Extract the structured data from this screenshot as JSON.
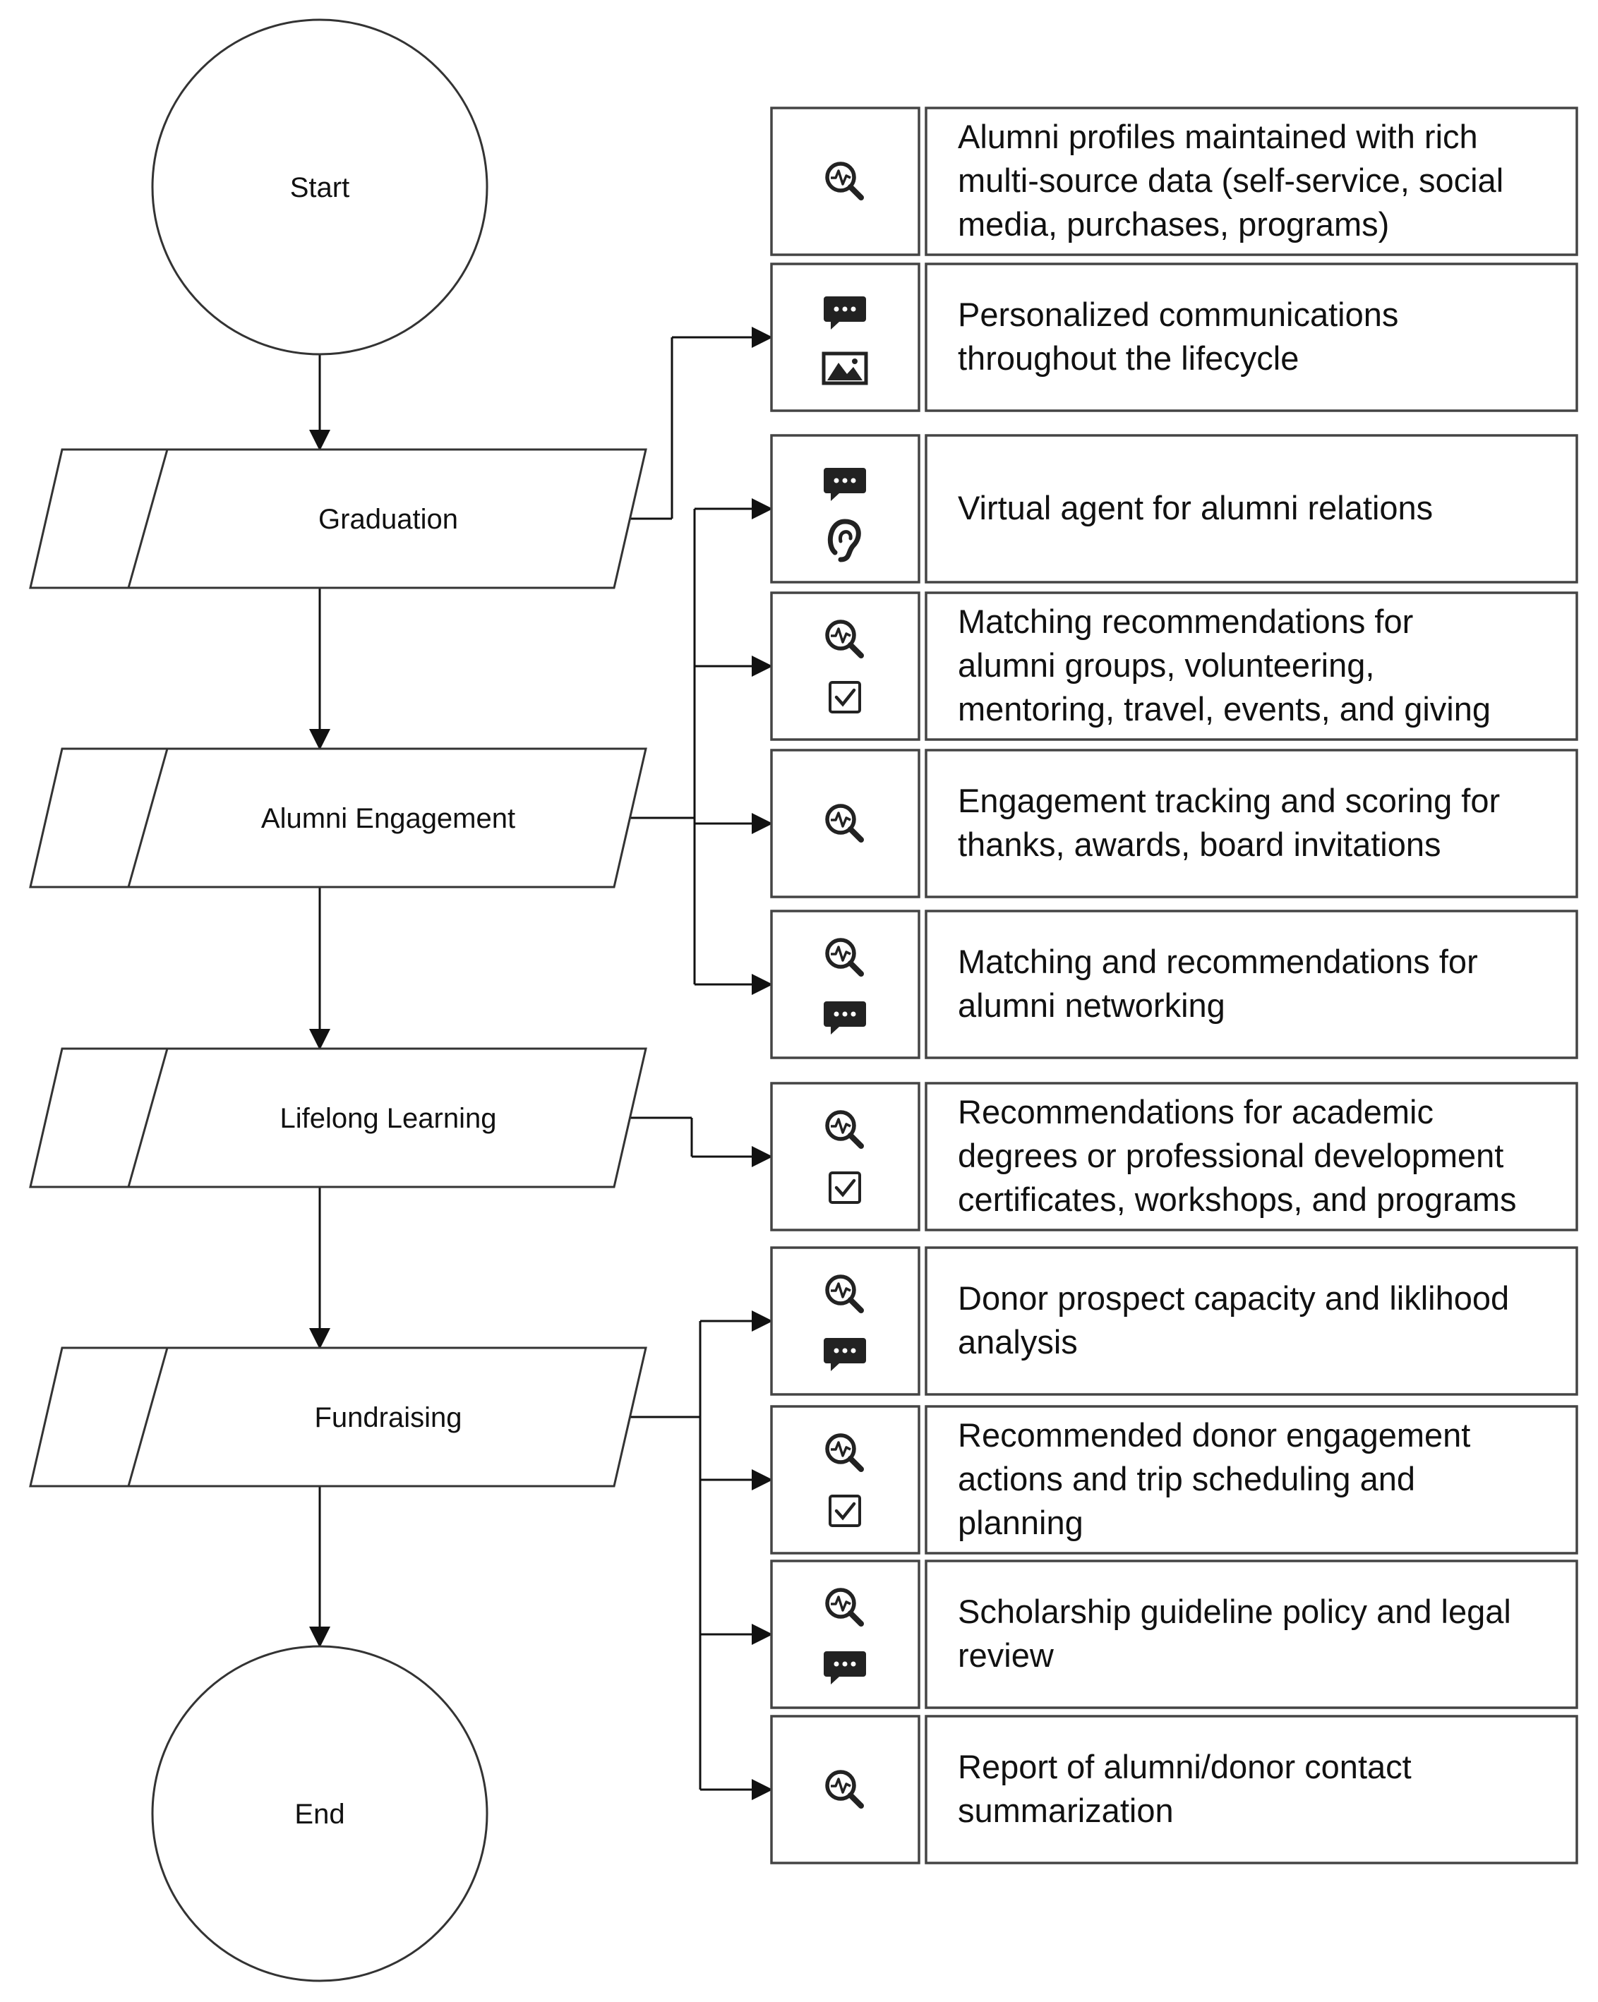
{
  "flow": {
    "start": "Start",
    "end": "End",
    "stages": [
      {
        "id": "graduation",
        "label": "Graduation"
      },
      {
        "id": "alumni-engagement",
        "label": "Alumni Engagement"
      },
      {
        "id": "lifelong-learning",
        "label": "Lifelong Learning"
      },
      {
        "id": "fundraising",
        "label": "Fundraising"
      }
    ]
  },
  "capabilities": [
    {
      "stage": null,
      "icons": [
        "analytics-magnifier-icon"
      ],
      "lines": [
        "Alumni profiles maintained with rich",
        "multi-source data (self-service, social",
        "media, purchases, programs)"
      ]
    },
    {
      "stage": "graduation",
      "icons": [
        "chat-bubble-icon",
        "image-icon"
      ],
      "lines": [
        "Personalized communications",
        "throughout the lifecycle"
      ]
    },
    {
      "stage": "alumni-engagement",
      "icons": [
        "chat-bubble-icon",
        "ear-icon"
      ],
      "lines": [
        "Virtual agent for alumni relations"
      ]
    },
    {
      "stage": "alumni-engagement",
      "icons": [
        "analytics-magnifier-icon",
        "checkbox-icon"
      ],
      "lines": [
        "Matching recommendations for",
        "alumni  groups, volunteering,",
        "mentoring, travel, events, and giving"
      ]
    },
    {
      "stage": "alumni-engagement",
      "icons": [
        "analytics-magnifier-icon"
      ],
      "lines": [
        "Engagement tracking and scoring for",
        "thanks, awards, board invitations"
      ]
    },
    {
      "stage": "alumni-engagement",
      "icons": [
        "analytics-magnifier-icon",
        "chat-bubble-icon"
      ],
      "lines": [
        "Matching and recommendations for",
        "alumni networking"
      ]
    },
    {
      "stage": "lifelong-learning",
      "icons": [
        "analytics-magnifier-icon",
        "checkbox-icon"
      ],
      "lines": [
        "Recommendations for academic",
        "degrees or professional development",
        "certificates, workshops, and programs"
      ]
    },
    {
      "stage": "fundraising",
      "icons": [
        "analytics-magnifier-icon",
        "chat-bubble-icon"
      ],
      "lines": [
        "Donor prospect capacity and liklihood",
        "analysis"
      ]
    },
    {
      "stage": "fundraising",
      "icons": [
        "analytics-magnifier-icon",
        "checkbox-icon"
      ],
      "lines": [
        "Recommended donor engagement",
        "actions and trip scheduling and",
        "planning"
      ]
    },
    {
      "stage": "fundraising",
      "icons": [
        "analytics-magnifier-icon",
        "chat-bubble-icon"
      ],
      "lines": [
        "Scholarship guideline policy and legal",
        "review"
      ]
    },
    {
      "stage": "fundraising",
      "icons": [
        "analytics-magnifier-icon"
      ],
      "lines": [
        "Report of alumni/donor contact",
        "summarization"
      ]
    }
  ]
}
